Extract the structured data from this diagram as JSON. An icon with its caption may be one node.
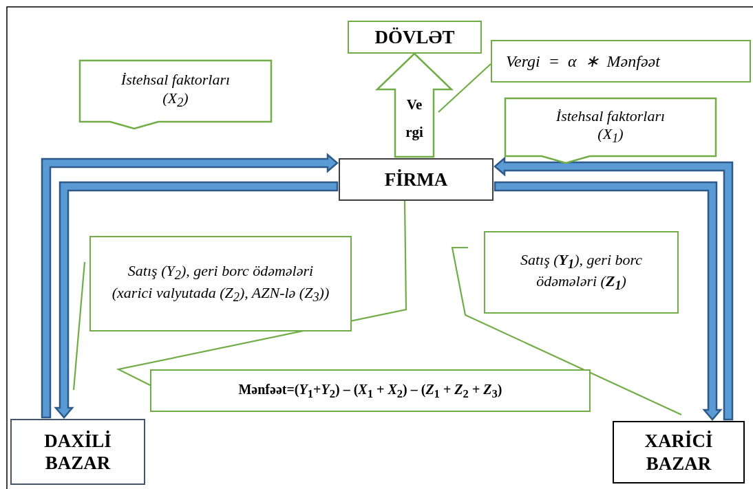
{
  "diagram": {
    "nodes": [
      {
        "text": [
          "DÖVLƏT"
        ]
      },
      {
        "text": [
          "Vergi = α ∗ Mənfəət"
        ]
      },
      {
        "text": [
          "İstehsal faktorları (X$_{2}$)"
        ]
      },
      {
        "text": [
          "Vergi"
        ]
      },
      {
        "text": [
          "İstehsal faktorları (X$_{1}$)"
        ]
      },
      {
        "text": [
          "FİRMA"
        ]
      },
      {
        "text": [
          "Satış (Y$_{2}$), geri borc ödəmələri  (xarici valyutada (Z$_{2}$), AZN-lə (Z$_{3}$))"
        ]
      },
      {
        "text": [
          "Satış (**Y$_{1}$**), geri borc ödəmələri (**Z$_{1}$**)"
        ]
      },
      {
        "text": [
          "Mənfəət=(*Y*$_{1}$+*Y*$_{2}$) – (*X*$_{1}$ + *X*$_{2}$) – (*Z*$_{1}$ + *Z*$_{2}$ + *Z*$_{3}$)"
        ]
      },
      {
        "text": [
          "DAXİLİ BAZAR"
        ]
      },
      {
        "text": [
          "XARİCİ BAZAR"
        ]
      }
    ],
    "edges": [
      {
        "from": 9,
        "to": 5,
        "arrow": "to",
        "style": "thick"
      },
      {
        "from": 5,
        "to": 9,
        "arrow": "to",
        "style": "thick"
      },
      {
        "from": 10,
        "to": 5,
        "arrow": "to",
        "style": "thick"
      },
      {
        "from": 5,
        "to": 10,
        "arrow": "to",
        "style": "thick"
      },
      {
        "from": 1,
        "to": 3,
        "arrow": "none",
        "color": "#70ad47"
      },
      {
        "from": 6,
        "to": null,
        "arrow": "none",
        "color": "#70ad47"
      },
      {
        "from": 8,
        "to": 5,
        "arrow": "none",
        "color": "#70ad47"
      },
      {
        "from": 7,
        "to": 10,
        "arrow": "none",
        "color": "#70ad47"
      }
    ]
  }
}
